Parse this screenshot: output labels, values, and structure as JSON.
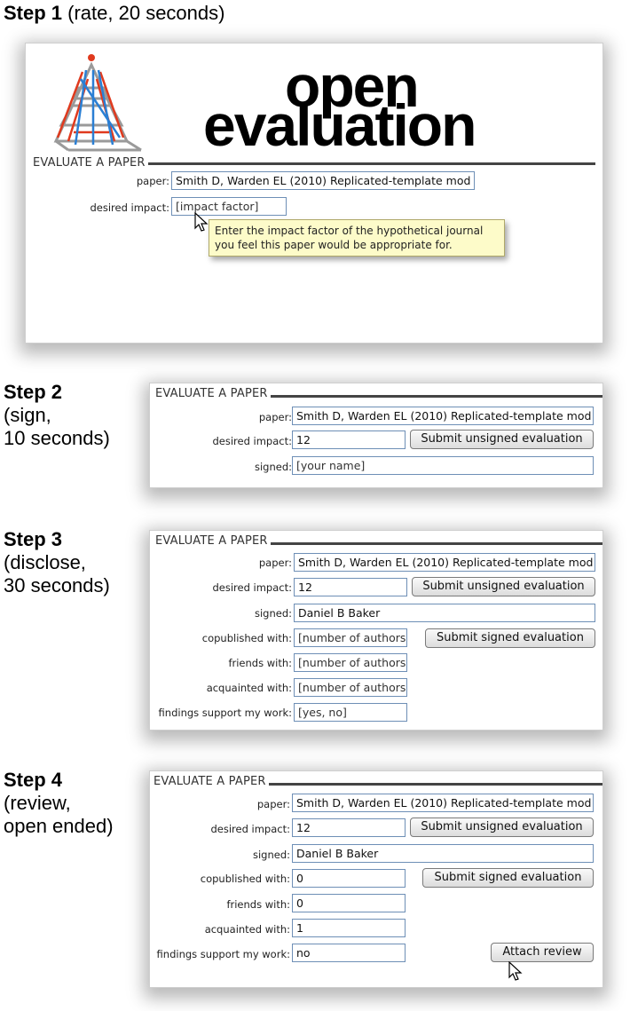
{
  "steps": [
    {
      "title": "Step 1",
      "note": "(rate, 20 seconds)"
    },
    {
      "title": "Step 2",
      "note_lines": [
        "(sign,",
        "10 seconds)"
      ]
    },
    {
      "title": "Step 3",
      "note_lines": [
        "(disclose,",
        "30 seconds)"
      ]
    },
    {
      "title": "Step 4",
      "note_lines": [
        "(review,",
        "open ended)"
      ]
    }
  ],
  "logo": {
    "line1": "open",
    "line2": "evaluation"
  },
  "section_title": "EVALUATE A PAPER",
  "labels": {
    "paper": "paper:",
    "desired_impact": "desired impact:",
    "signed": "signed:",
    "copublished": "copublished with:",
    "friends": "friends with:",
    "acquainted": "acquainted with:",
    "findings": "findings support my work:"
  },
  "paper_value": "Smith D, Warden EL (2010) Replicated-template mod",
  "step1": {
    "impact_placeholder": "[impact factor]",
    "tooltip": "Enter the impact factor of the hypothetical journal you feel this paper would be appropriate for."
  },
  "step2": {
    "impact": "12",
    "signed_placeholder": "[your name]"
  },
  "step3": {
    "impact": "12",
    "signed": "Daniel B Baker",
    "copublished_placeholder": "[number of authors]",
    "friends_placeholder": "[number of authors]",
    "acquainted_placeholder": "[number of authors]",
    "findings_placeholder": "[yes, no]"
  },
  "step4": {
    "impact": "12",
    "signed": "Daniel B Baker",
    "copublished": "0",
    "friends": "0",
    "acquainted": "1",
    "findings": "no"
  },
  "buttons": {
    "submit_unsigned": "Submit unsigned evaluation",
    "submit_signed": "Submit signed evaluation",
    "attach_review": "Attach review"
  },
  "colors": {
    "field_border": "#6e8fb6",
    "tooltip_bg": "#fdfbc9",
    "logo_red": "#e03a1e",
    "logo_blue": "#2a7fd4"
  }
}
